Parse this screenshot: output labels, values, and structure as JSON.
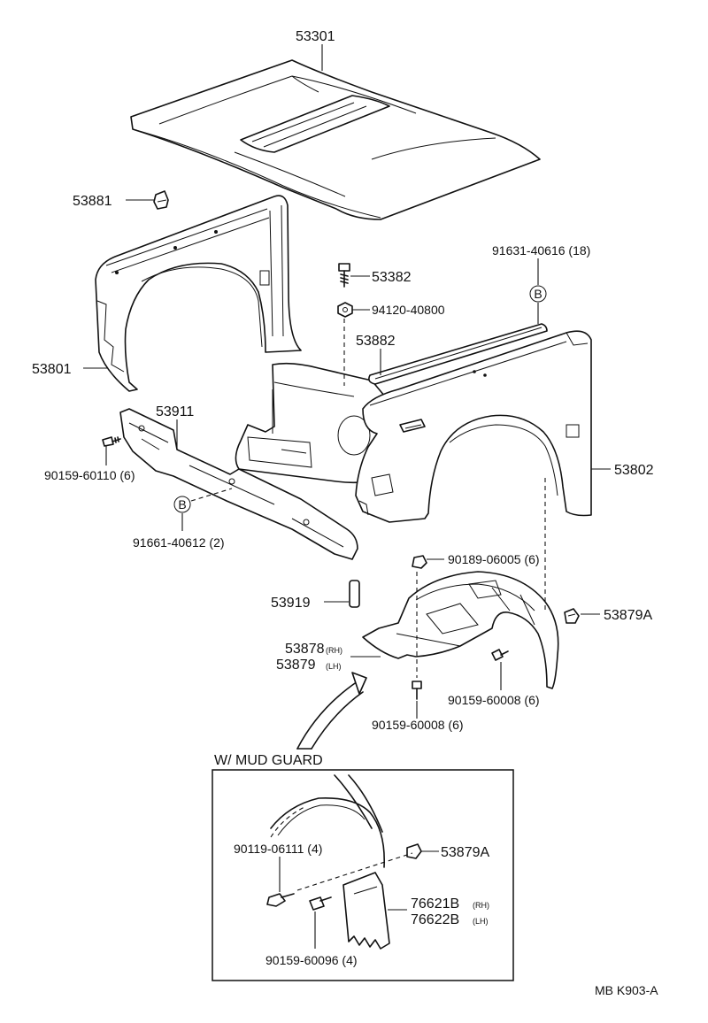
{
  "labels": {
    "p53301": "53301",
    "p53881": "53881",
    "p53801": "53801",
    "p53382": "53382",
    "p94120": "94120-40800",
    "p91631": "91631-40616 (18)",
    "p53882": "53882",
    "p53911": "53911",
    "p90159_60110": "90159-60110 (6)",
    "p91661": "91661-40612 (2)",
    "p53802": "53802",
    "p90189": "90189-06005 (6)",
    "p53879A": "53879A",
    "p53919": "53919",
    "p53878": "53878",
    "p53878_sub": "(RH)",
    "p53879": "53879",
    "p53879_sub": "(LH)",
    "p90159_60008_a": "90159-60008 (6)",
    "p90159_60008_b": "90159-60008 (6)",
    "marker_b": "B"
  },
  "inset": {
    "title": "W/ MUD GUARD",
    "p90119": "90119-06111 (4)",
    "p53879A": "53879A",
    "p76621": "76621B",
    "p76621_sub": "(RH)",
    "p76622": "76622B",
    "p76622_sub": "(LH)",
    "p90159_60096": "90159-60096 (4)"
  },
  "footer": {
    "code": "MB K903-A"
  }
}
